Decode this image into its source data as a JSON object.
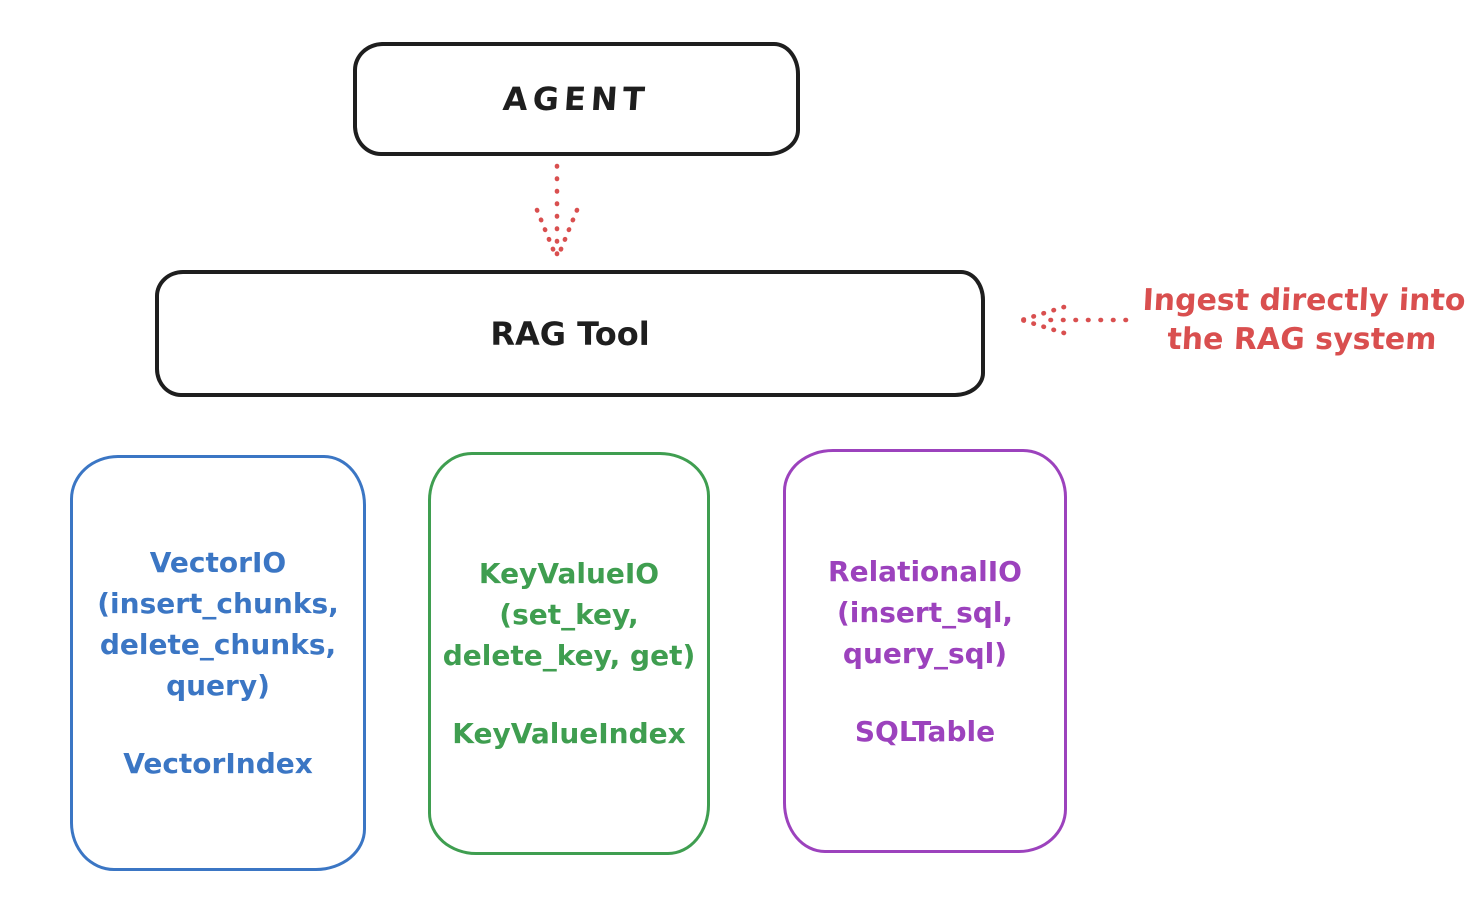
{
  "colors": {
    "background": "#ffffff",
    "ink": "#1e1e1e",
    "red": "#d94f4f",
    "blue": "#3b76c4",
    "green": "#3f9e50",
    "purple": "#9c42bd"
  },
  "nodes": {
    "agent": {
      "label": "AGENT"
    },
    "rag_tool": {
      "label": "RAG Tool"
    },
    "vector_io": {
      "color": "#3b76c4",
      "lines": [
        "VectorIO",
        "(insert_chunks,",
        "delete_chunks,",
        "query)"
      ],
      "index_label": "VectorIndex"
    },
    "key_value_io": {
      "color": "#3f9e50",
      "lines": [
        "KeyValueIO",
        "(set_key,",
        "delete_key, get)"
      ],
      "index_label": "KeyValueIndex"
    },
    "relational_io": {
      "color": "#9c42bd",
      "lines": [
        "RelationalIO",
        "(insert_sql,",
        "query_sql)"
      ],
      "index_label": "SQLTable"
    }
  },
  "annotation": {
    "line1": "Ingest directly into",
    "line2": "the RAG system",
    "color": "#d94f4f"
  },
  "connectors": [
    {
      "name": "agent-to-rag-tool",
      "style": "dotted",
      "color": "#d94f4f",
      "direction": "down"
    },
    {
      "name": "annotation-to-rag-tool",
      "style": "dotted",
      "color": "#d94f4f",
      "direction": "left"
    }
  ]
}
